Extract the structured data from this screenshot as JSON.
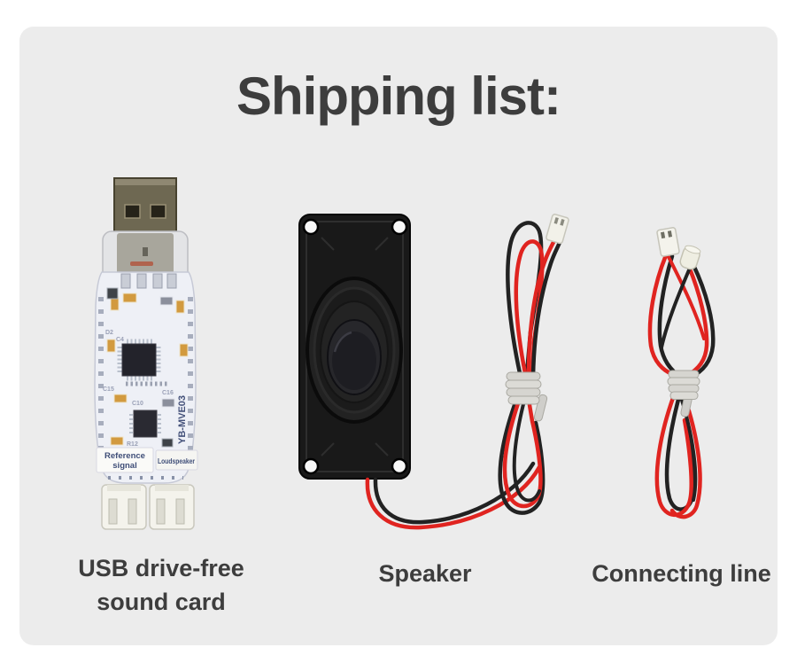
{
  "title": "Shipping list:",
  "items": [
    {
      "label": "USB drive-free sound card"
    },
    {
      "label": "Speaker"
    },
    {
      "label": "Connecting line"
    }
  ],
  "usb_card": {
    "model": "YB-MVE03",
    "port_left_label": {
      "line1": "Reference",
      "line2": "signal"
    },
    "port_right_label": "Loudspeaker",
    "silkscreen": [
      "D2",
      "C4",
      "C15",
      "C16",
      "C10",
      "R12"
    ]
  },
  "colors": {
    "page_bg": "#ffffff",
    "panel_bg": "#ececec",
    "text": "#3d3d3d",
    "wire_red": "#e02420",
    "wire_black": "#222222",
    "tie_gray": "#d6d5d0",
    "connector_white": "#f3f2ea",
    "speaker_body": "#191919",
    "usb_metal": "#6e6852",
    "pcb_white": "#eef0f6"
  }
}
